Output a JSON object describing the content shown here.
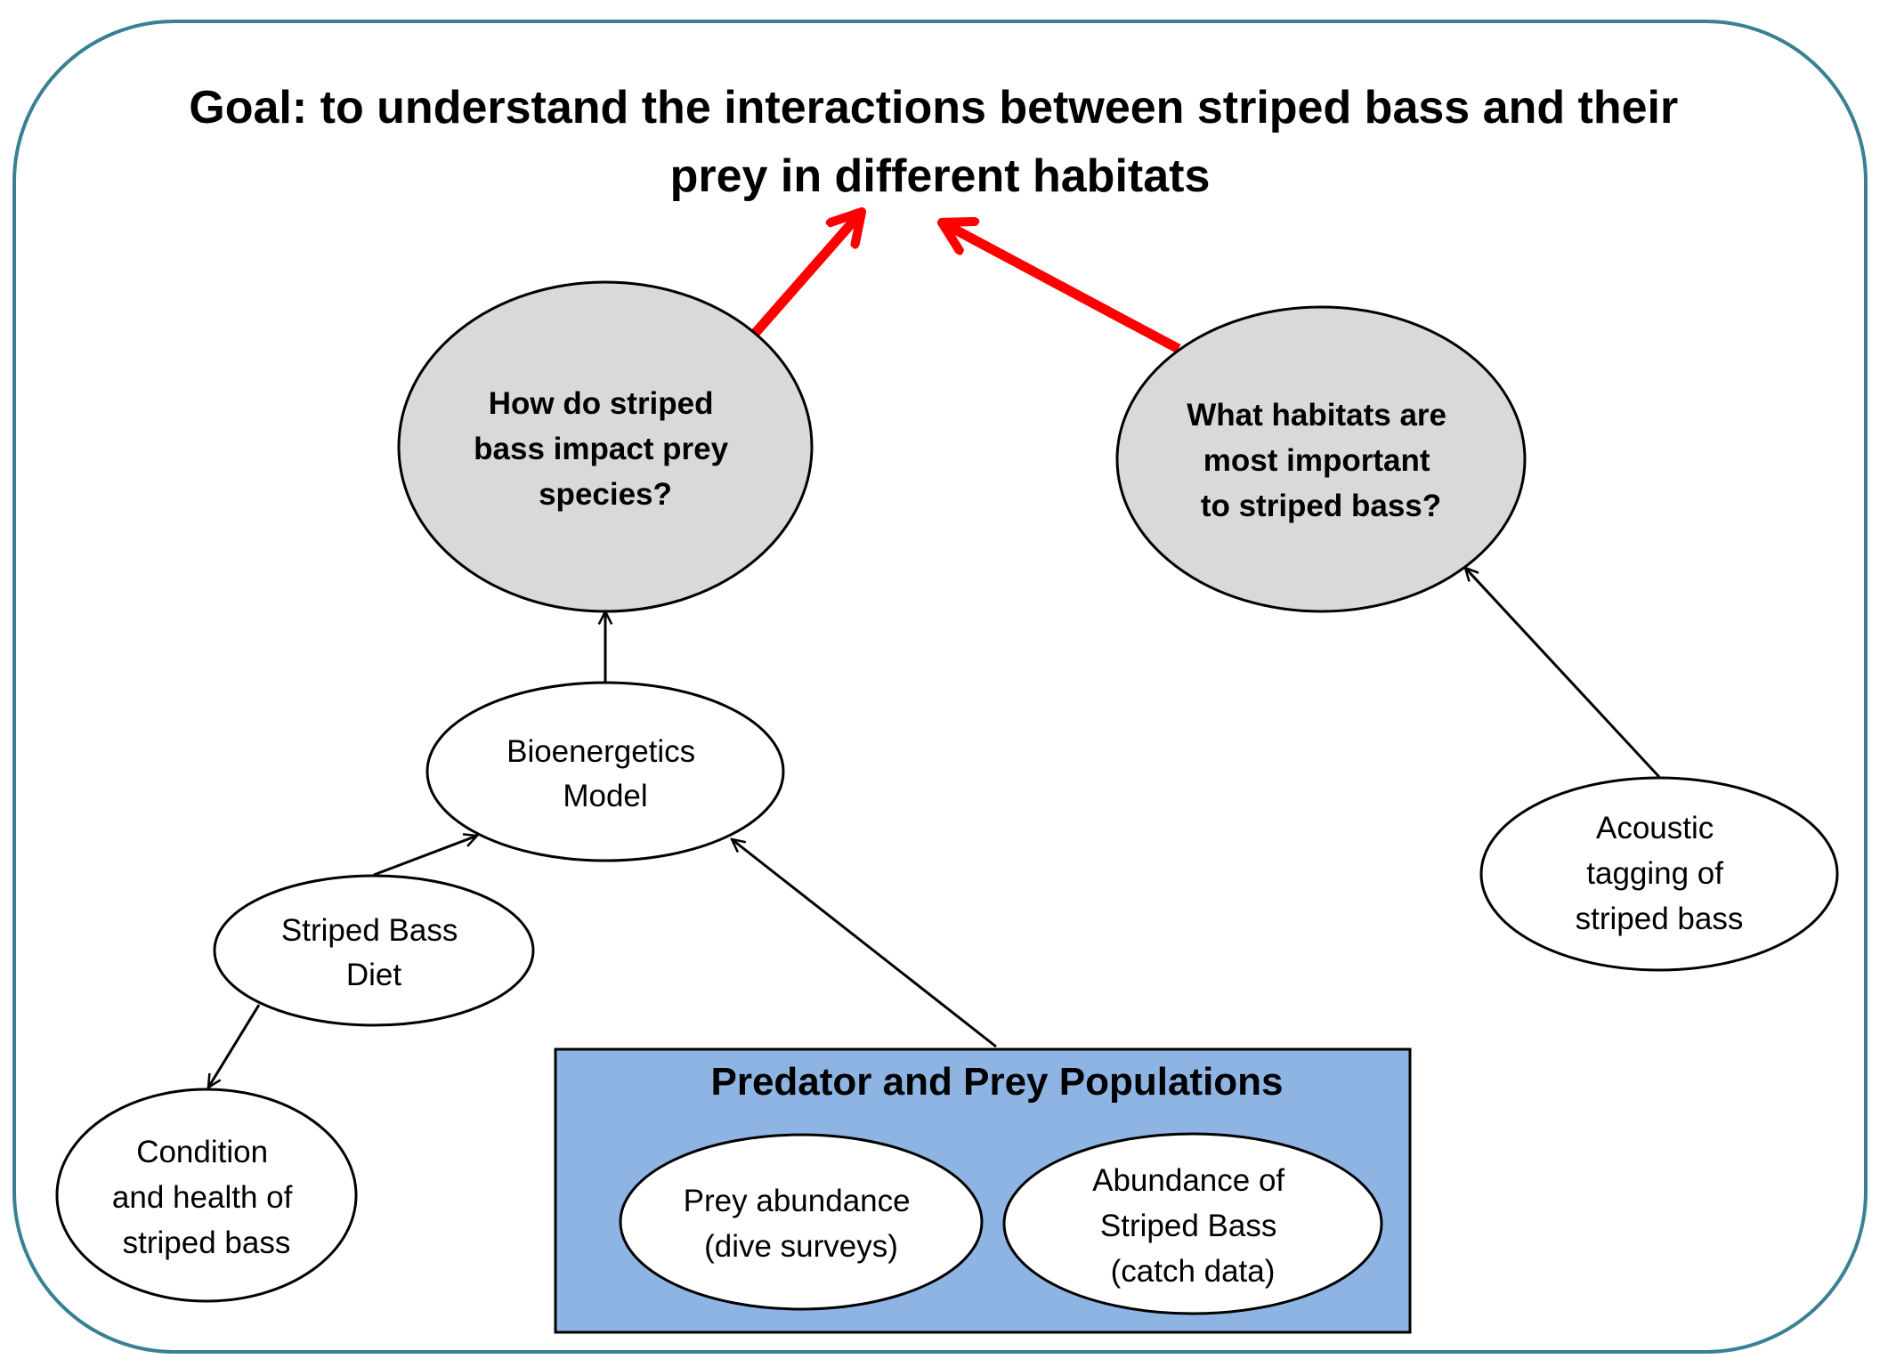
{
  "goal": {
    "lines": [
      "Goal: to understand the interactions between striped bass and their",
      "prey in different habitats"
    ]
  },
  "questions": [
    {
      "id": "impact",
      "lines": [
        "How do striped",
        "bass impact prey",
        "species?"
      ]
    },
    {
      "id": "habitats",
      "lines": [
        "What habitats are",
        "most important",
        "to striped bass?"
      ]
    }
  ],
  "nodes": {
    "bioenergetics": {
      "lines": [
        "Bioenergetics",
        "Model"
      ]
    },
    "diet": {
      "lines": [
        "Striped Bass",
        "Diet"
      ]
    },
    "condition": {
      "lines": [
        "Condition",
        "and health of",
        "striped bass"
      ]
    },
    "acoustic": {
      "lines": [
        "Acoustic",
        "tagging of",
        "striped bass"
      ]
    }
  },
  "populations_box": {
    "title": "Predator and Prey Populations",
    "items": [
      {
        "id": "prey",
        "lines": [
          "Prey abundance",
          "(dive surveys)"
        ]
      },
      {
        "id": "bass",
        "lines": [
          "Abundance of",
          "Striped Bass",
          "(catch data)"
        ]
      }
    ]
  },
  "edges": [
    {
      "from": "impact",
      "to": "goal",
      "style": "primary"
    },
    {
      "from": "habitats",
      "to": "goal",
      "style": "primary"
    },
    {
      "from": "bioenergetics",
      "to": "impact",
      "style": "secondary"
    },
    {
      "from": "diet",
      "to": "bioenergetics",
      "style": "secondary"
    },
    {
      "from": "populations_box",
      "to": "bioenergetics",
      "style": "secondary"
    },
    {
      "from": "diet",
      "to": "condition",
      "style": "secondary"
    },
    {
      "from": "acoustic",
      "to": "habitats",
      "style": "secondary"
    }
  ],
  "colors": {
    "frame": "#3A7F94",
    "primary_arrow": "#FF0000",
    "secondary_arrow": "#000000",
    "question_fill": "#D9D9D9",
    "box_fill": "#8EB4E3",
    "node_fill": "#FFFFFF"
  }
}
